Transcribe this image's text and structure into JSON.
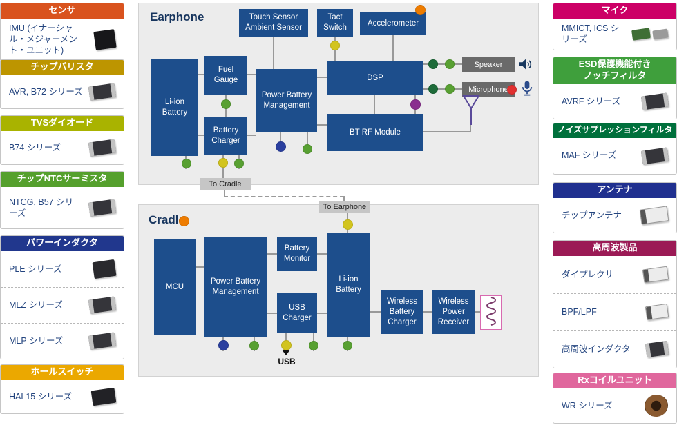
{
  "left_sidebar": {
    "cards": [
      {
        "title": "センサ",
        "header_color": "#d9531e",
        "items": [
          {
            "label": "IMU (イナーシャル・メジャーメント・ユニット)"
          }
        ]
      },
      {
        "title": "チップバリスタ",
        "header_color": "#bd9500",
        "items": [
          {
            "label": "AVR, B72 シリーズ"
          }
        ]
      },
      {
        "title": "TVSダイオード",
        "header_color": "#a9b300",
        "items": [
          {
            "label": "B74 シリーズ"
          }
        ]
      },
      {
        "title": "チップNTCサーミスタ",
        "header_color": "#55a02d",
        "items": [
          {
            "label": "NTCG, B57 シリーズ"
          }
        ]
      },
      {
        "title": "パワーインダクタ",
        "header_color": "#21378d",
        "items": [
          {
            "label": "PLE シリーズ"
          },
          {
            "label": "MLZ シリーズ"
          },
          {
            "label": "MLP シリーズ"
          }
        ]
      },
      {
        "title": "ホールスイッチ",
        "header_color": "#eba800",
        "items": [
          {
            "label": "HAL15 シリーズ"
          }
        ]
      }
    ]
  },
  "right_sidebar": {
    "cards": [
      {
        "title": "マイク",
        "header_color": "#cc0066",
        "items": [
          {
            "label": "MMICT, ICS シリーズ"
          }
        ]
      },
      {
        "title": "ESD保護機能付き\nノッチフィルタ",
        "header_color": "#3f9f3c",
        "items": [
          {
            "label": "AVRF シリーズ"
          }
        ]
      },
      {
        "title": "ノイズサプレッションフィルタ",
        "header_color": "#00703c",
        "items": [
          {
            "label": "MAF シリーズ"
          }
        ]
      },
      {
        "title": "アンテナ",
        "header_color": "#20308f",
        "items": [
          {
            "label": "チップアンテナ"
          }
        ]
      },
      {
        "title": "高周波製品",
        "header_color": "#9b1a55",
        "items": [
          {
            "label": "ダイプレクサ"
          },
          {
            "label": "BPF/LPF"
          },
          {
            "label": "高周波インダクタ"
          }
        ]
      },
      {
        "title": "Rxコイルユニット",
        "header_color": "#e0679d",
        "items": [
          {
            "label": "WR シリーズ"
          }
        ]
      }
    ]
  },
  "earphone": {
    "title": "Earphone",
    "blocks": {
      "touch_sensor": "Touch Sensor\nAmbient Sensor",
      "tact_switch": "Tact Switch",
      "accelerometer": "Accelerometer",
      "li_ion_battery": "Li-ion Battery",
      "fuel_gauge": "Fuel Gauge",
      "battery_charger": "Battery Charger",
      "power_battery_management": "Power Battery Management",
      "dsp": "DSP",
      "bt_rf_module": "BT RF Module",
      "speaker": "Speaker",
      "microphone": "Microphone"
    },
    "to_cradle_label": "To Cradle"
  },
  "cradle": {
    "title": "Cradle",
    "blocks": {
      "mcu": "MCU",
      "power_battery_management": "Power Battery Management",
      "battery_monitor": "Battery Monitor",
      "usb_charger": "USB Charger",
      "li_ion_battery": "Li-ion Battery",
      "wireless_battery_charger": "Wireless Battery Charger",
      "wireless_power_receiver": "Wireless Power Receiver"
    },
    "to_earphone_label": "To Earphone",
    "usb_label": "USB"
  },
  "colors": {
    "block_blue": "#1d4e8c",
    "panel_background": "#ececec",
    "dot_orange": "#ee7c00",
    "dot_yellow": "#d2c41e",
    "dot_green": "#58a032",
    "dot_dark_green": "#1e6b3a",
    "dot_blue": "#2a3f9f",
    "dot_purple": "#8a2f8f",
    "dot_red": "#e23030"
  }
}
